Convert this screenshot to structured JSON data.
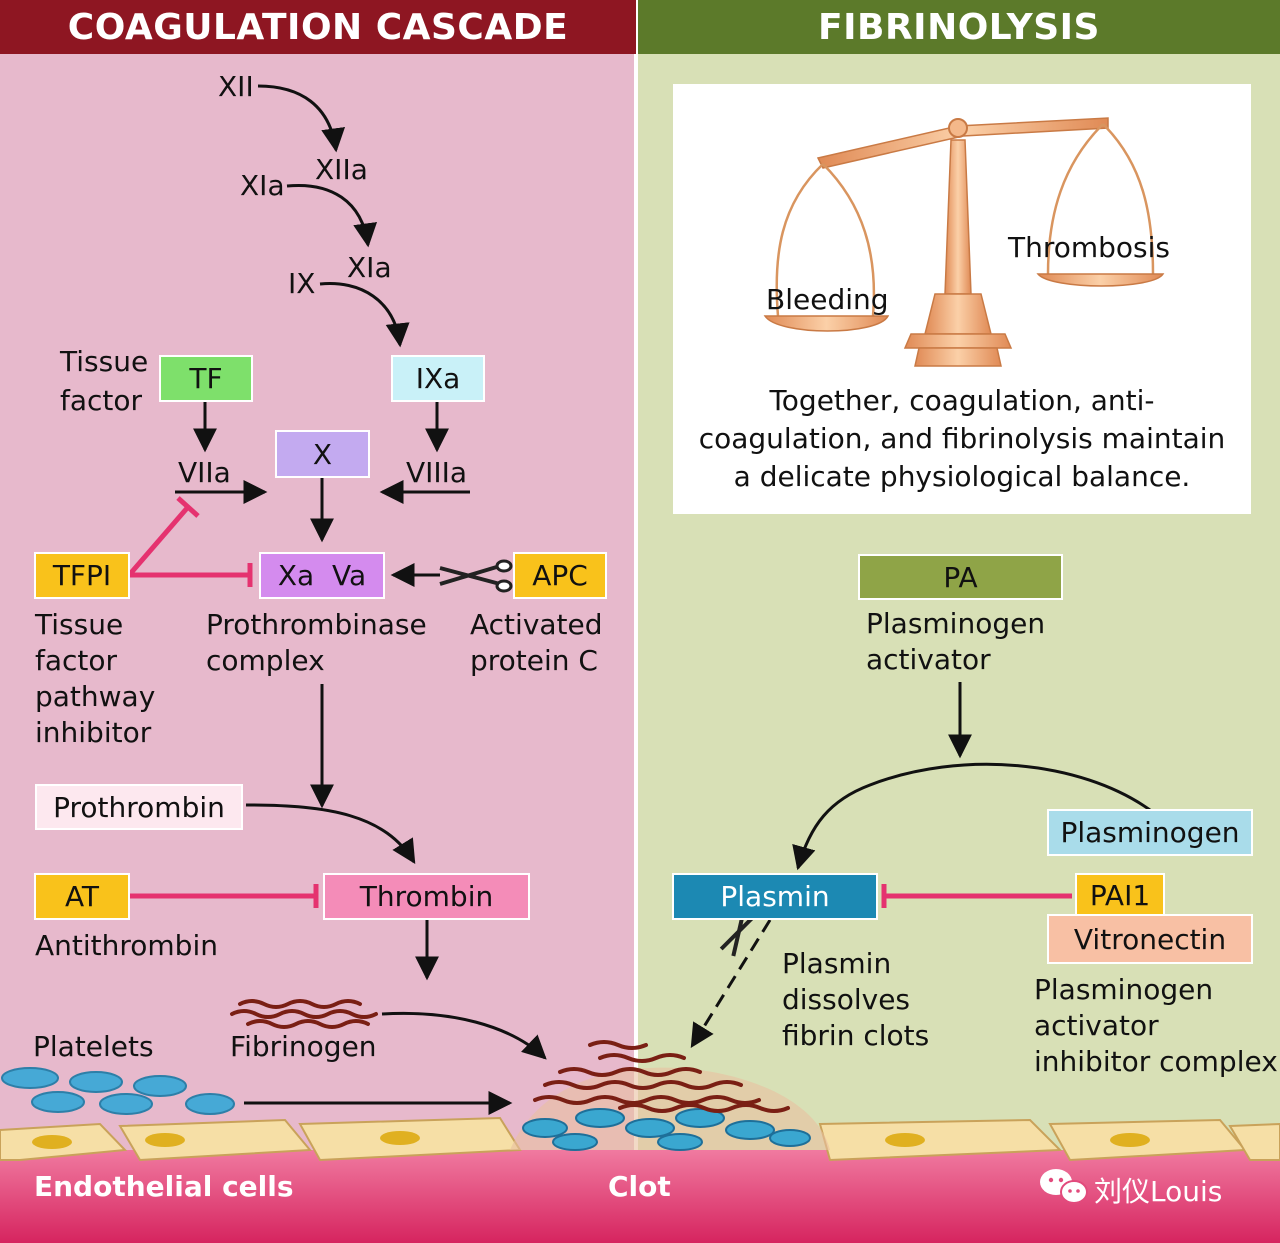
{
  "headers": {
    "left": "COAGULATION CASCADE",
    "right": "FIBRINOLYSIS"
  },
  "cascade": {
    "xii": "XII",
    "xiia": "XIIa",
    "xia_1": "XIa",
    "xia_2": "XIa",
    "ix": "IX",
    "ixa": "IXa",
    "tissue_factor_line1": "Tissue",
    "tissue_factor_line2": "factor",
    "tf": "TF",
    "x": "X",
    "viia": "VIIa",
    "viiia": "VIIIa",
    "tfpi": "TFPI",
    "xa_va": "Xa  Va",
    "apc": "APC",
    "tfpi_desc": [
      "Tissue",
      "factor",
      "pathway",
      "inhibitor"
    ],
    "prothrombinase": [
      "Prothrombinase",
      "complex"
    ],
    "apc_desc": [
      "Activated",
      "protein C"
    ],
    "prothrombin": "Prothrombin",
    "at": "AT",
    "thrombin": "Thrombin",
    "antithrombin": "Antithrombin",
    "platelets": "Platelets",
    "fibrinogen": "Fibrinogen"
  },
  "balance": {
    "thrombosis": "Thrombosis",
    "bleeding": "Bleeding",
    "caption": [
      "Together, coagulation, anti-",
      "coagulation, and fibrinolysis maintain",
      "a delicate physiological balance."
    ]
  },
  "fibrinolysis": {
    "pa": "PA",
    "pa_desc": [
      "Plasminogen",
      "activator"
    ],
    "plasminogen": "Plasminogen",
    "plasmin": "Plasmin",
    "pai1": "PAI1",
    "vitronectin": "Vitronectin",
    "plasmin_desc": [
      "Plasmin",
      "dissolves",
      "fibrin clots"
    ],
    "pai_desc": [
      "Plasminogen",
      "activator",
      "inhibitor complex"
    ]
  },
  "footer": {
    "endothelial": "Endothelial cells",
    "clot": "Clot",
    "watermark": "刘仪Louis"
  },
  "colors": {
    "left_bg": "#e7b9cc",
    "right_bg": "#d8e0b6",
    "left_header": "#8e1622",
    "right_header": "#5c7a2a",
    "inhibit": "#e5326f",
    "tf_box": "#7ee06b",
    "ixa_box": "#c9f1f8",
    "x_box": "#c3aaf0",
    "xava_box": "#d48bee",
    "yellow_box": "#f9c21b",
    "prothrombin_box": "#fde8ef",
    "thrombin_box": "#f48cb8",
    "pa_box": "#8fa447",
    "plasminogen_box": "#a9dcea",
    "plasmin_box": "#1c89b3",
    "vitronectin_box": "#f8c0a4",
    "endothelium": "#e24a7c"
  }
}
